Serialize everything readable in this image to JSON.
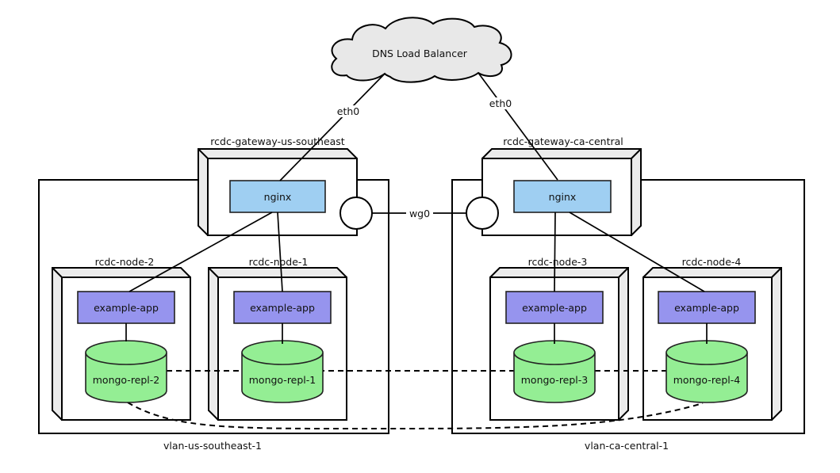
{
  "cloud": {
    "label": "DNS Load Balancer"
  },
  "links": {
    "eth0_left": "eth0",
    "eth0_right": "eth0",
    "wg0": "wg0"
  },
  "gateways": [
    {
      "label": "rcdc-gateway-us-southeast",
      "service": "nginx"
    },
    {
      "label": "rcdc-gateway-ca-central",
      "service": "nginx"
    }
  ],
  "vlans": [
    {
      "label": "vlan-us-southeast-1"
    },
    {
      "label": "vlan-ca-central-1"
    }
  ],
  "nodes": [
    {
      "label": "rcdc-node-2",
      "app": "example-app",
      "db": "mongo-repl-2"
    },
    {
      "label": "rcdc-node-1",
      "app": "example-app",
      "db": "mongo-repl-1"
    },
    {
      "label": "rcdc-node-3",
      "app": "example-app",
      "db": "mongo-repl-3"
    },
    {
      "label": "rcdc-node-4",
      "app": "example-app",
      "db": "mongo-repl-4"
    }
  ],
  "colors": {
    "service_fill": "#9fcff2",
    "app_fill": "#9694ee",
    "db_fill": "#94ee94",
    "cloud_fill": "#e8e8e8",
    "bevel_fill": "#ebebeb"
  }
}
